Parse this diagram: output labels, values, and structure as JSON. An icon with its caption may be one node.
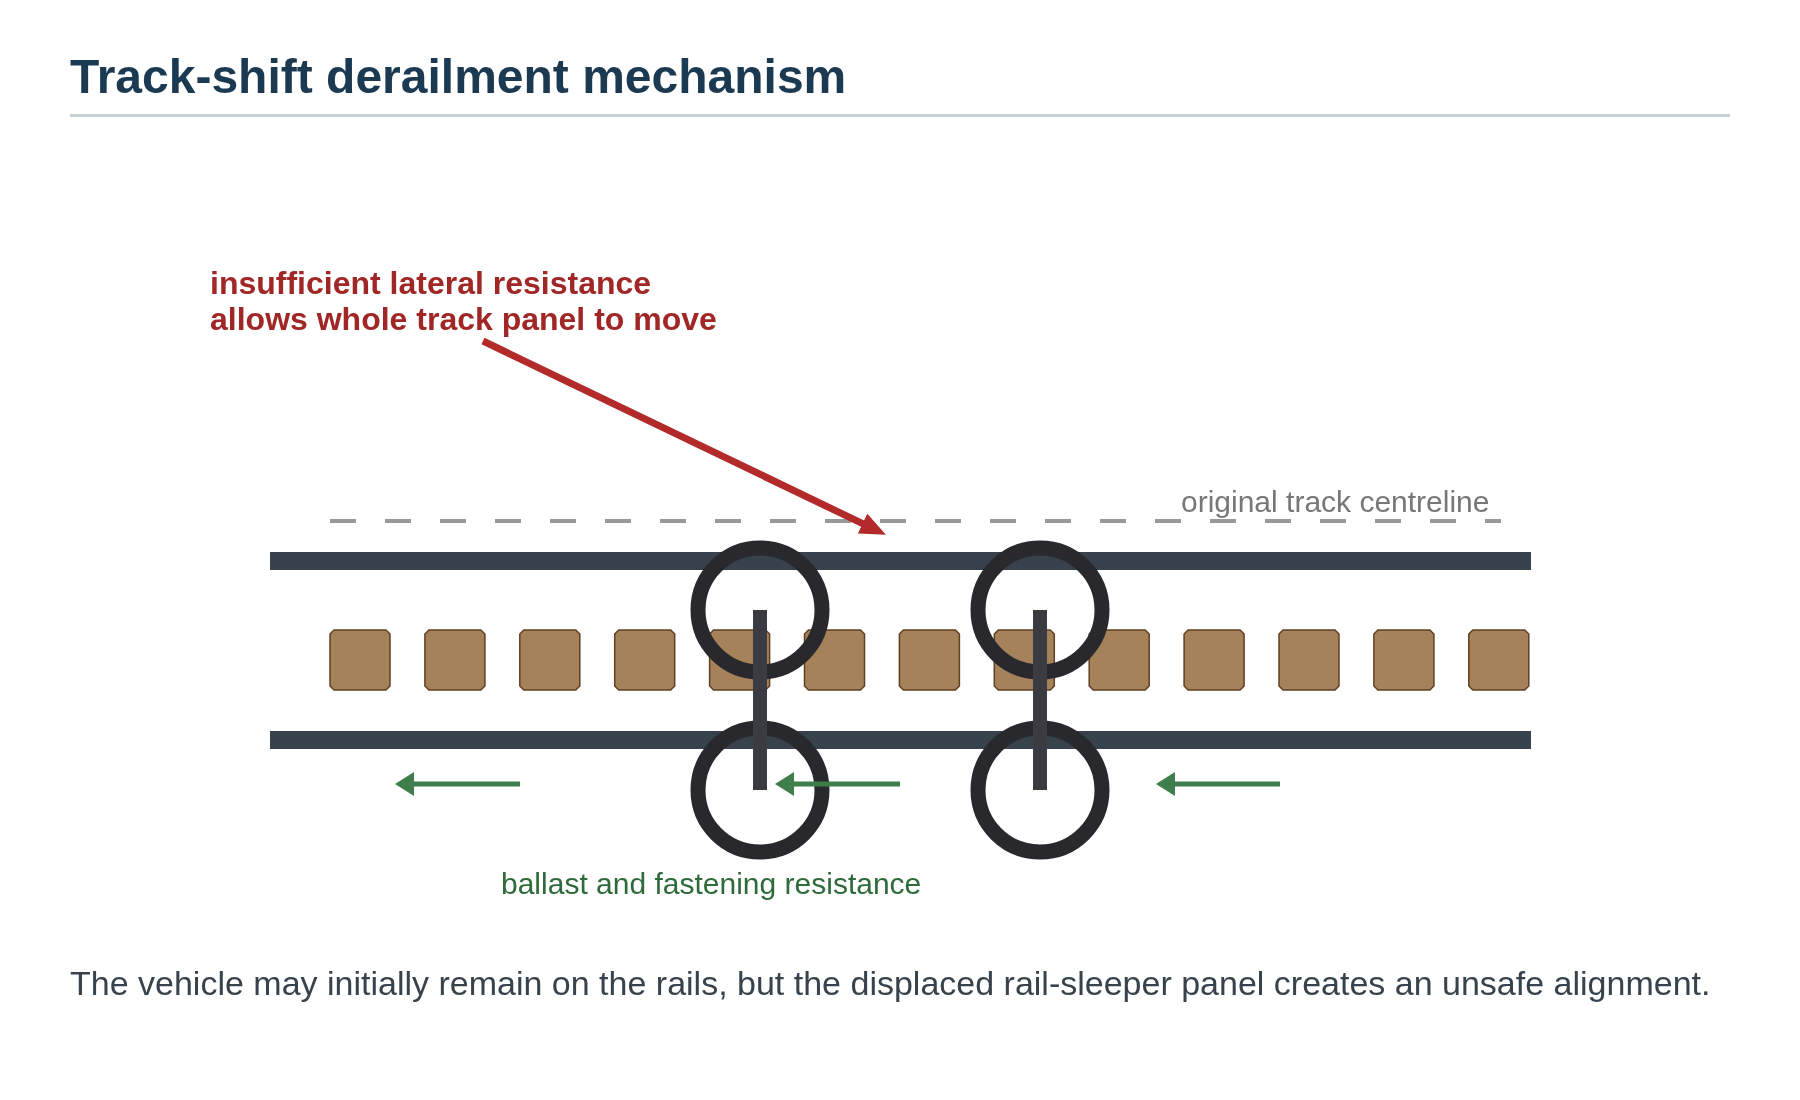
{
  "diagram": {
    "title": "Track-shift derailment mechanism",
    "caption": "The vehicle may initially remain on the rails, but the displaced rail-sleeper panel creates an unsafe alignment.",
    "nodes": [
      {
        "text": [
          "insufficient lateral resistance allows whole track panel to move"
        ]
      },
      {
        "text": [],
        "shape": "picture"
      }
    ],
    "edges": [
      {
        "from": 0,
        "to": 1,
        "arrow": "to",
        "color": "#b22a2a"
      }
    ],
    "labels": [
      "original track centreline",
      "ballast and fastening resistance"
    ]
  }
}
